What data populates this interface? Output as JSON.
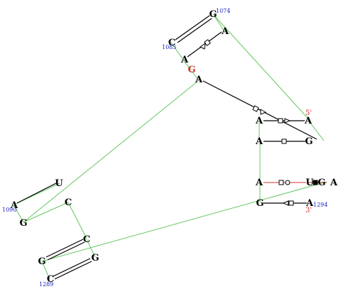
{
  "colors": {
    "backbone": "#63c75f",
    "pair": "#000000",
    "highlight": "#d4312b",
    "numbering": "#1a1fb8"
  },
  "nucleotides": [
    {
      "id": "n1074",
      "label": "G"
    },
    {
      "id": "nA1",
      "label": "A"
    },
    {
      "id": "n1085",
      "label": "C"
    },
    {
      "id": "nA2",
      "label": "A"
    },
    {
      "id": "nGred",
      "label": "G"
    },
    {
      "id": "nA3",
      "label": "A"
    },
    {
      "id": "nA5end",
      "label": "A"
    },
    {
      "id": "nA4",
      "label": "A"
    },
    {
      "id": "nA6",
      "label": "A"
    },
    {
      "id": "nG1",
      "label": "G"
    },
    {
      "id": "nA7",
      "label": "A"
    },
    {
      "id": "nU1",
      "label": "U"
    },
    {
      "id": "nG2",
      "label": "G"
    },
    {
      "id": "nA8",
      "label": "A"
    },
    {
      "id": "nG3",
      "label": "G"
    },
    {
      "id": "n1294",
      "label": "A"
    },
    {
      "id": "nU2",
      "label": "U"
    },
    {
      "id": "n1090",
      "label": "A"
    },
    {
      "id": "nG4",
      "label": "G"
    },
    {
      "id": "nC1",
      "label": "C"
    },
    {
      "id": "nC2",
      "label": "C"
    },
    {
      "id": "nG5",
      "label": "G"
    },
    {
      "id": "nG6",
      "label": "G"
    },
    {
      "id": "n1289",
      "label": "C"
    }
  ],
  "numbering": {
    "n1074": "1074",
    "n1085": "1085",
    "n1294": "1294",
    "n1090": "1090",
    "n1289": "1289"
  },
  "ends": {
    "five_prime": "5'",
    "three_prime": "3'"
  }
}
